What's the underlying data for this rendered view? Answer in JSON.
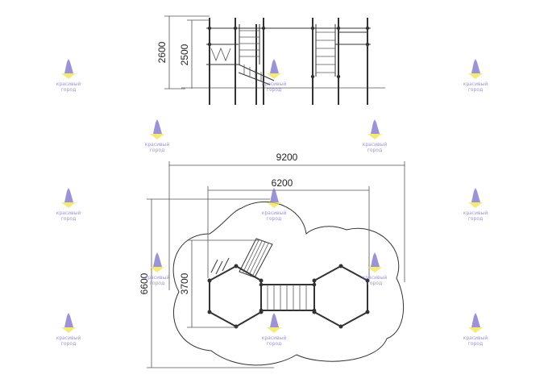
{
  "elevation": {
    "dimensions": {
      "overall_height": "2600",
      "platform_height": "2500"
    }
  },
  "plan": {
    "dimensions": {
      "overall_width": "9200",
      "inner_width": "6200",
      "overall_depth": "6600",
      "inner_depth": "3700"
    }
  },
  "watermark": {
    "line1": "красивый",
    "line2": "город",
    "colors": {
      "purple": "#7a6fc9",
      "yellow": "#f2e24a"
    }
  }
}
